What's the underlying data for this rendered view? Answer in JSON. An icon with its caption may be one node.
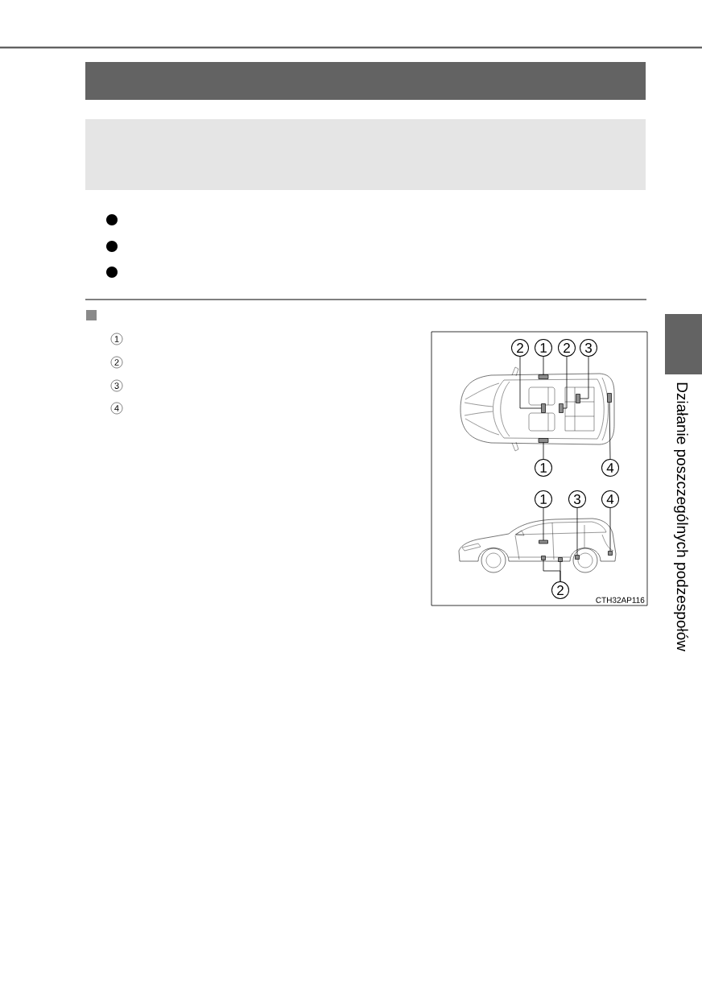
{
  "diagram": {
    "nodes": [
      {
        "text": [],
        "shape": "box"
      },
      {
        "text": [],
        "shape": "box"
      },
      {
        "text": [],
        "shape": "box"
      },
      {
        "text": [
          "2"
        ]
      },
      {
        "text": [
          "1"
        ]
      },
      {
        "text": [
          "2"
        ]
      },
      {
        "text": [
          "3"
        ]
      },
      {
        "text": [],
        "shape": "box"
      },
      {
        "text": [],
        "shape": "box"
      },
      {
        "text": [],
        "shape": "box"
      },
      {
        "text": [],
        "shape": "box"
      },
      {
        "text": [],
        "shape": "box"
      },
      {
        "text": [],
        "shape": "box"
      },
      {
        "text": [
          "1"
        ]
      },
      {
        "text": [
          "4"
        ]
      },
      {
        "text": [
          "1"
        ]
      },
      {
        "text": [
          "3"
        ]
      },
      {
        "text": [
          "4"
        ]
      },
      {
        "text": [],
        "shape": "box"
      },
      {
        "text": [],
        "shape": "box"
      },
      {
        "text": [],
        "shape": "box"
      },
      {
        "text": [],
        "shape": "box"
      },
      {
        "text": [],
        "shape": "box"
      },
      {
        "text": [
          "2"
        ]
      }
    ],
    "edges": [
      {
        "from": 3,
        "to": 8,
        "arrow": "none"
      },
      {
        "from": 4,
        "to": 7,
        "arrow": "none"
      },
      {
        "from": 5,
        "to": 9,
        "arrow": "none"
      },
      {
        "from": 6,
        "to": 10,
        "arrow": "none"
      },
      {
        "from": 13,
        "to": 12,
        "arrow": "none"
      },
      {
        "from": 14,
        "to": 11,
        "arrow": "none"
      },
      {
        "from": 15,
        "to": 18,
        "arrow": "none"
      },
      {
        "from": 16,
        "to": 21,
        "arrow": "none"
      },
      {
        "from": 17,
        "to": 22,
        "arrow": "none"
      },
      {
        "from": 23,
        "to": 19,
        "arrow": "none"
      },
      {
        "from": 23,
        "to": 20,
        "arrow": "none"
      }
    ],
    "labels": [
      "1",
      "2",
      "3",
      "4",
      "CTH32AP116",
      "Działanie poszczególnych podzespołów"
    ]
  }
}
